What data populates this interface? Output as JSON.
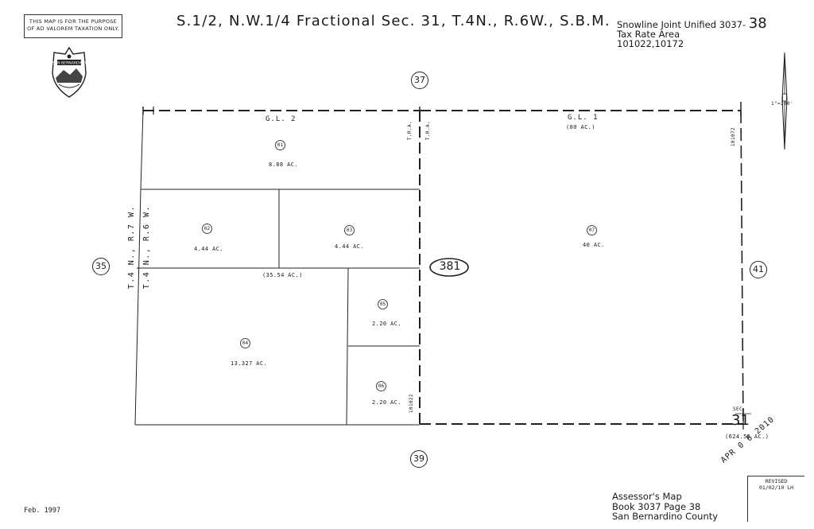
{
  "header": {
    "disclaimer_line1": "THIS MAP IS FOR THE PURPOSE",
    "disclaimer_line2": "OF AD VALOREM TAXATION ONLY.",
    "title": "S.1/2, N.W.1/4 Fractional Sec. 31, T.4N., R.6W., S.B.M.",
    "district": "Snowline Joint Unified",
    "book_page": "3037-",
    "page_num": "38",
    "tra_label": "Tax Rate Area",
    "tra_codes": "101022,10172"
  },
  "seal": {
    "text": "SAN BERNARDINO"
  },
  "scale": {
    "label": "1\"=200'"
  },
  "adjacent_pages": {
    "top": "37",
    "left": "35",
    "right": "41",
    "bottom": "39",
    "center_block": "381"
  },
  "township_labels": {
    "west": "T.4 N., R.7 W.",
    "east": "T.4 N., R.6 W."
  },
  "lot_labels": {
    "gl2": "G.L. 2",
    "gl1": "G.L. 1",
    "gl1_area": "(80 AC.)",
    "subtotal": "(35.54 AC.)",
    "total": "(624.58 AC.)",
    "sec_label": "SEC.",
    "sec_number": "31"
  },
  "tra_markers": {
    "tra_a": "T.R.A.",
    "tra_b": "T.R.A.",
    "code_top_right": "101072",
    "code_bottom_mid": "101022"
  },
  "parcels": [
    {
      "id": "01",
      "area": "8.88 AC."
    },
    {
      "id": "02",
      "area": "4.44 AC."
    },
    {
      "id": "03",
      "area": "4.44 AC."
    },
    {
      "id": "04",
      "area": "13.327 AC."
    },
    {
      "id": "05",
      "area": "2.20 AC."
    },
    {
      "id": "06",
      "area": "2.20 AC."
    },
    {
      "id": "07",
      "area": "40 AC."
    }
  ],
  "stamp": {
    "date": "APR 0 6 2010"
  },
  "revised": {
    "label": "REVISED",
    "value": "01/02/10 LH"
  },
  "footer": {
    "date": "Feb. 1997",
    "line1": "Assessor's Map",
    "line2": "Book 3037 Page 38",
    "line3": "San Bernardino County"
  },
  "colors": {
    "ink": "#1a1a1a",
    "paper": "#ffffff"
  }
}
